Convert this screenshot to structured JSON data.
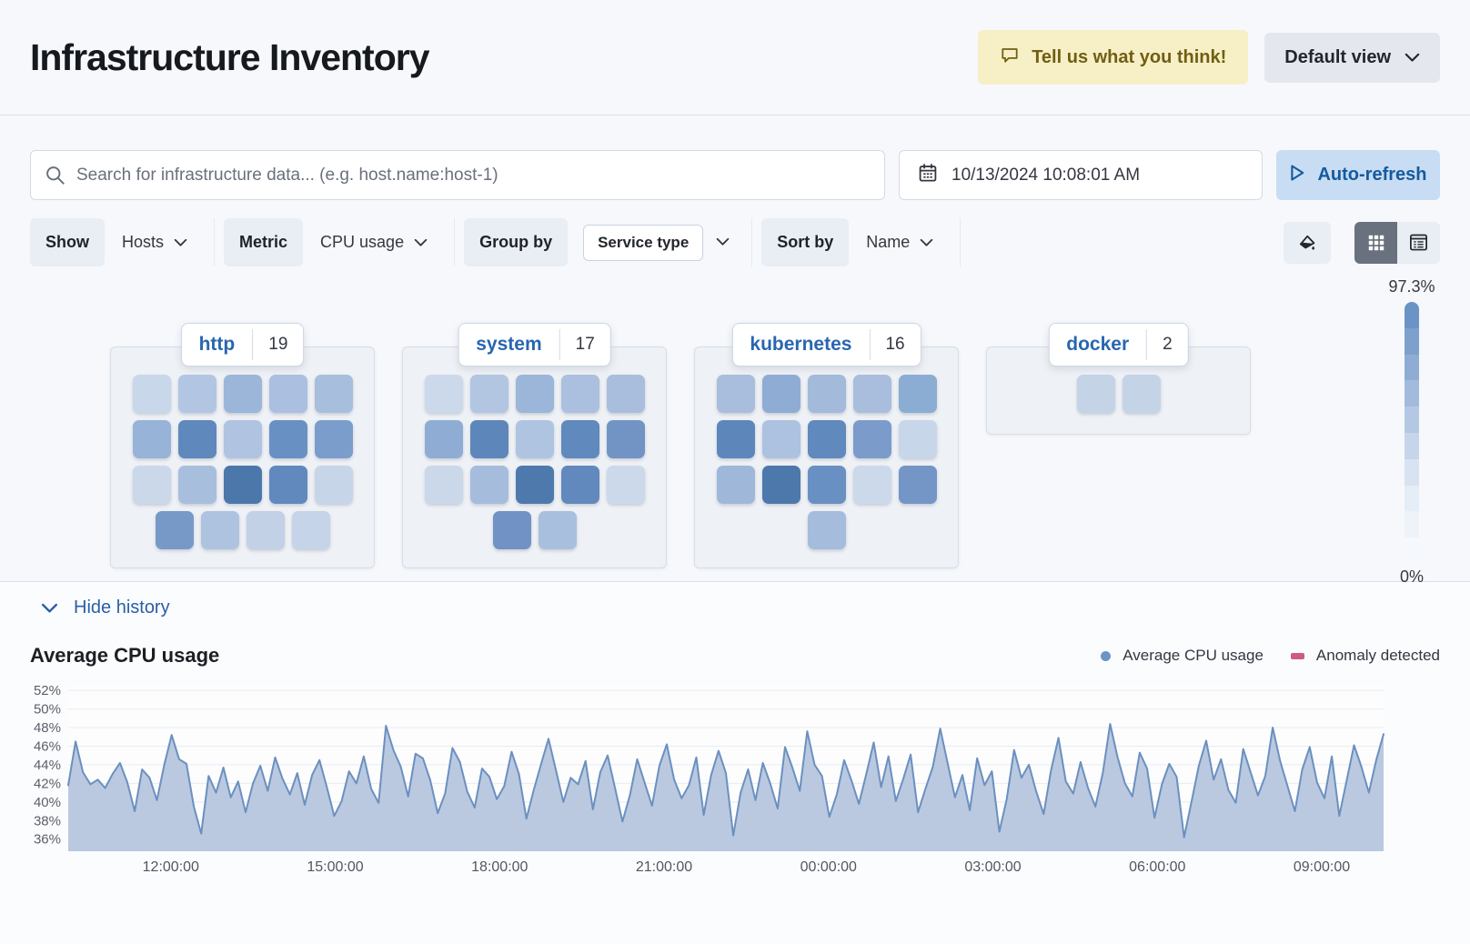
{
  "header": {
    "title": "Infrastructure Inventory",
    "feedback_label": "Tell us what you think!",
    "view_label": "Default view"
  },
  "toolbar": {
    "search_placeholder": "Search for infrastructure data... (e.g. host.name:host-1)",
    "date_value": "10/13/2024 10:08:01 AM",
    "auto_refresh_label": "Auto-refresh"
  },
  "controls": {
    "show_label": "Show",
    "show_value": "Hosts",
    "metric_label": "Metric",
    "metric_value": "CPU usage",
    "group_label": "Group by",
    "group_value": "Service type",
    "sort_label": "Sort by",
    "sort_value": "Name"
  },
  "scale_legend": {
    "max": "97.3%",
    "min": "0%",
    "colors": [
      "#6b93c5",
      "#7da0cd",
      "#8fadd4",
      "#a2badc",
      "#b4c8e3",
      "#c6d5ea",
      "#d8e2f1",
      "#e5edf6",
      "#eef3f9",
      "#f5f8fc"
    ]
  },
  "groups": [
    {
      "name": "http",
      "count": "19",
      "rows": [
        [
          "#c9d7ea",
          "#b2c6e3",
          "#9cb6da",
          "#abc0e0",
          "#a8bedd"
        ],
        [
          "#97b3d8",
          "#5f88bc",
          "#b0c4e1",
          "#6990c3",
          "#7b9dcb"
        ],
        [
          "#cbd8ea",
          "#a8bedd",
          "#4b77ab",
          "#6189bd",
          "#c7d5e8"
        ],
        [
          "#7799c8",
          "#aec3e0",
          "#c2d1e6",
          "#c5d4e8"
        ]
      ]
    },
    {
      "name": "system",
      "count": "17",
      "rows": [
        [
          "#ccd9ea",
          "#b2c6e2",
          "#9cb6d9",
          "#abc0de",
          "#a9bedd"
        ],
        [
          "#8fadd4",
          "#5d87bb",
          "#afc4e1",
          "#6089bd",
          "#7294c5"
        ],
        [
          "#cbd8ea",
          "#a6bcdc",
          "#4e79ac",
          "#6289bd",
          "#ccd9ea"
        ],
        [
          "#7092c4",
          "#a9bfde"
        ]
      ]
    },
    {
      "name": "kubernetes",
      "count": "16",
      "rows": [
        [
          "#a9bedd",
          "#8fadd4",
          "#a3badb",
          "#a9bedd",
          "#8badd3"
        ],
        [
          "#5d87bb",
          "#adc2e0",
          "#6089bd",
          "#7b9cca",
          "#c8d6e9"
        ],
        [
          "#9fb8da",
          "#4c78ac",
          "#6990c2",
          "#ccd9ea",
          "#7496c6"
        ],
        [
          "#a6bcdc"
        ]
      ]
    },
    {
      "name": "docker",
      "count": "2",
      "rows": [
        [
          "#c5d3e7",
          "#c5d3e7"
        ]
      ]
    }
  ],
  "history": {
    "toggle_label": "Hide history"
  },
  "chart_data": {
    "type": "area",
    "title": "Average CPU usage",
    "legend": [
      {
        "label": "Average CPU usage",
        "marker": "dot",
        "color": "#6d94c6"
      },
      {
        "label": "Anomaly detected",
        "marker": "rect",
        "color": "#ce5c7d"
      }
    ],
    "yticks": [
      36,
      38,
      40,
      42,
      44,
      46,
      48,
      50,
      52
    ],
    "ytick_suffix": "%",
    "ylim": [
      34.7,
      52.7
    ],
    "xticks": [
      {
        "label": "12:00:00",
        "f": 0.078
      },
      {
        "label": "15:00:00",
        "f": 0.203
      },
      {
        "label": "18:00:00",
        "f": 0.328
      },
      {
        "label": "21:00:00",
        "f": 0.453
      },
      {
        "label": "00:00:00",
        "f": 0.578
      },
      {
        "label": "03:00:00",
        "f": 0.703
      },
      {
        "label": "06:00:00",
        "f": 0.828
      },
      {
        "label": "09:00:00",
        "f": 0.953
      }
    ],
    "grid": true,
    "line_color": "#6b90bf",
    "fill_color": "#b6c6de",
    "grid_color": "#e7ebf2",
    "axis_text_color": "#5a6069",
    "values": [
      41.8,
      46.5,
      43.2,
      41.9,
      42.4,
      41.5,
      43.0,
      44.2,
      42.1,
      39.0,
      43.5,
      42.6,
      40.2,
      44.0,
      47.2,
      44.6,
      44.1,
      39.5,
      36.6,
      42.8,
      41.0,
      43.7,
      40.5,
      42.2,
      38.9,
      42.0,
      43.9,
      41.2,
      44.8,
      42.5,
      40.8,
      43.1,
      39.7,
      42.9,
      44.5,
      41.6,
      38.5,
      40.1,
      43.3,
      42.0,
      44.9,
      41.4,
      39.9,
      48.2,
      45.6,
      43.8,
      40.6,
      45.2,
      44.7,
      42.3,
      38.8,
      40.9,
      45.8,
      44.3,
      41.1,
      39.4,
      43.6,
      42.7,
      40.3,
      41.7,
      45.4,
      43.0,
      38.2,
      41.3,
      44.1,
      46.8,
      43.4,
      40.0,
      42.6,
      41.9,
      44.4,
      39.2,
      43.2,
      45.0,
      41.5,
      37.9,
      40.7,
      44.6,
      42.1,
      39.6,
      43.9,
      46.2,
      42.4,
      40.4,
      41.8,
      44.8,
      38.6,
      42.9,
      45.5,
      43.1,
      36.4,
      41.0,
      43.5,
      40.2,
      44.2,
      42.0,
      39.3,
      45.9,
      43.7,
      41.2,
      47.6,
      44.0,
      42.8,
      38.4,
      40.8,
      44.5,
      42.3,
      39.8,
      43.0,
      46.4,
      41.6,
      44.9,
      40.1,
      42.5,
      45.1,
      38.9,
      41.4,
      43.8,
      47.9,
      44.2,
      40.5,
      42.9,
      39.1,
      44.7,
      41.8,
      43.3,
      36.8,
      40.3,
      45.6,
      42.6,
      44.0,
      41.1,
      38.7,
      43.4,
      46.9,
      42.2,
      40.9,
      44.3,
      41.5,
      39.5,
      43.1,
      48.4,
      44.8,
      42.0,
      40.6,
      45.3,
      43.6,
      38.3,
      41.9,
      44.1,
      42.7,
      36.2,
      40.0,
      43.9,
      46.6,
      42.4,
      44.6,
      41.3,
      39.9,
      45.7,
      43.2,
      40.7,
      42.8,
      48.0,
      44.4,
      41.7,
      39.0,
      43.5,
      45.9,
      42.1,
      40.4,
      44.9,
      38.5,
      42.3,
      46.1,
      43.8,
      41.0,
      44.5,
      47.3
    ]
  }
}
